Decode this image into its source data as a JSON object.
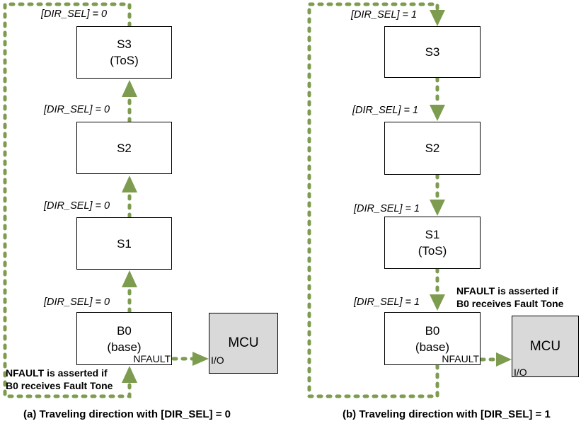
{
  "colors": {
    "accent_green": "#7d9c4f",
    "mcu_fill": "#d9d9d9",
    "box_border": "#000000"
  },
  "diagrams": {
    "a": {
      "caption": "(a) Traveling direction with [DIR_SEL] = 0",
      "dir_label": "[DIR_SEL] = 0",
      "boxes": [
        {
          "label": "S3",
          "sublabel": "(ToS)"
        },
        {
          "label": "S2",
          "sublabel": ""
        },
        {
          "label": "S1",
          "sublabel": ""
        },
        {
          "label": "B0",
          "sublabel": "(base)"
        }
      ],
      "nfault_pin": "NFAULT",
      "mcu_label": "MCU",
      "mcu_pin": "I/O",
      "note": {
        "line1": "NFAULT is asserted if",
        "line2": "B0 receives Fault Tone"
      }
    },
    "b": {
      "caption": "(b) Traveling direction with [DIR_SEL] = 1",
      "dir_label": "[DIR_SEL] = 1",
      "boxes": [
        {
          "label": "S3",
          "sublabel": ""
        },
        {
          "label": "S2",
          "sublabel": ""
        },
        {
          "label": "S1",
          "sublabel": "(ToS)"
        },
        {
          "label": "B0",
          "sublabel": "(base)"
        }
      ],
      "nfault_pin": "NFAULT",
      "mcu_label": "MCU",
      "mcu_pin": "I/O",
      "note": {
        "line1": "NFAULT is asserted if",
        "line2": "B0 receives Fault Tone"
      }
    }
  }
}
